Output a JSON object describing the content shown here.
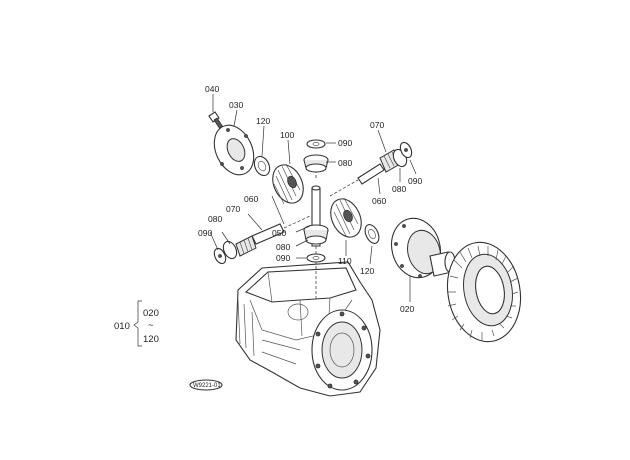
{
  "parts": [
    {
      "id": "p040",
      "label": "040"
    },
    {
      "id": "p030",
      "label": "030"
    },
    {
      "id": "p120a",
      "label": "120"
    },
    {
      "id": "p100",
      "label": "100"
    },
    {
      "id": "p090a",
      "label": "090"
    },
    {
      "id": "p080a",
      "label": "080"
    },
    {
      "id": "p070a",
      "label": "070"
    },
    {
      "id": "p080b",
      "label": "080"
    },
    {
      "id": "p090b",
      "label": "090"
    },
    {
      "id": "p060a",
      "label": "060"
    },
    {
      "id": "p060b",
      "label": "060"
    },
    {
      "id": "p070b",
      "label": "070"
    },
    {
      "id": "p080c",
      "label": "080"
    },
    {
      "id": "p090c",
      "label": "090"
    },
    {
      "id": "p050",
      "label": "050"
    },
    {
      "id": "p080d",
      "label": "080"
    },
    {
      "id": "p090d",
      "label": "090"
    },
    {
      "id": "p110",
      "label": "110"
    },
    {
      "id": "p120b",
      "label": "120"
    },
    {
      "id": "p020",
      "label": "020"
    }
  ],
  "range": {
    "from": "010",
    "top": "020",
    "symbol": "~",
    "bottom": "120"
  },
  "code": "W9221-01"
}
